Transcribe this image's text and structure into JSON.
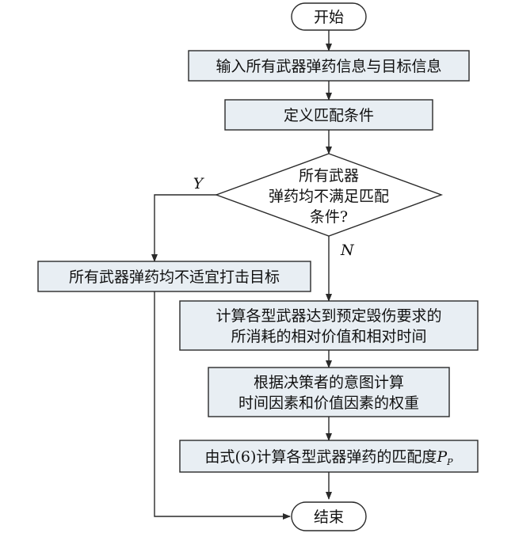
{
  "nodes": {
    "start": "开始",
    "input": "输入所有武器弹药信息与目标信息",
    "define": "定义匹配条件",
    "decision": [
      "所有武器",
      "弹药均不满足匹配",
      "条件?"
    ],
    "unsuitable": "所有武器弹药均不适宜打击目标",
    "compute_cost": [
      "计算各型武器达到预定毁伤要求的",
      "所消耗的相对价值和相对时间"
    ],
    "weights": [
      "根据决策者的意图计算",
      "时间因素和价值因素的权重"
    ],
    "match_degree": {
      "prefix": "由式(6)计算各型武器弹药的匹配度",
      "symbol": "P",
      "subscript": "P"
    },
    "end": "结束"
  },
  "branch_labels": {
    "yes": "Y",
    "no": "N"
  }
}
